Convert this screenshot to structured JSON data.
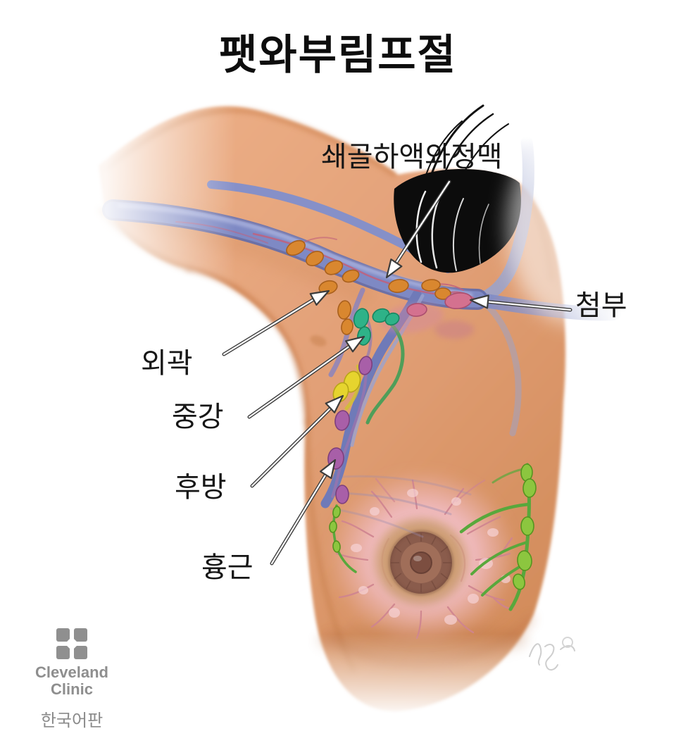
{
  "title": "팻와부림프절",
  "annotations": [
    {
      "id": "subclavian-axillary-vein",
      "label": "쇄골하액와정맥"
    },
    {
      "id": "apex",
      "label": "첨부"
    },
    {
      "id": "lateral",
      "label": "외곽"
    },
    {
      "id": "central",
      "label": "중강"
    },
    {
      "id": "posterior",
      "label": "후방"
    },
    {
      "id": "pectoral",
      "label": "흉근"
    }
  ],
  "footer": {
    "logo_line1": "Cleveland",
    "logo_line2": "Clinic",
    "edition": "한국어판"
  },
  "colors": {
    "skin": "#e2a077",
    "vein_blue": "#7e89c4",
    "node_orange": "#d9872f",
    "node_teal": "#2eb288",
    "node_yellow": "#e6d42e",
    "node_purple": "#a85fa8",
    "node_pink": "#d4718f",
    "node_green": "#8cc63f",
    "hair_black": "#0c0c0c",
    "label_text": "#161616",
    "logo_gray": "#8e8e8e"
  }
}
